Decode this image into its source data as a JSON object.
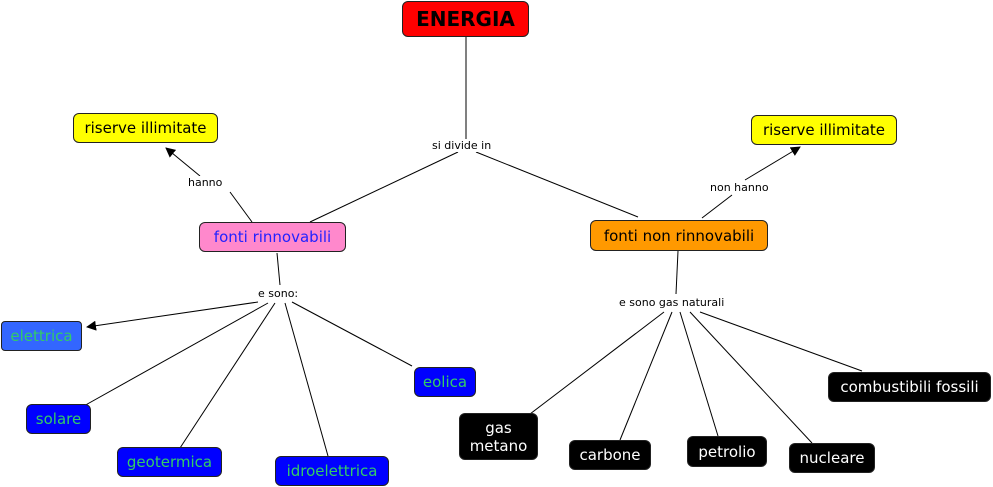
{
  "title": "ENERGIA",
  "links": {
    "divides": "si divide in",
    "has": "hanno",
    "has_not": "non hanno",
    "renewable_are": "e sono:",
    "nonrenewable_are": "e sono gas naturali"
  },
  "nodes": {
    "renewable": "fonti rinnovabili",
    "nonrenewable": "fonti non rinnovabili",
    "unlimited_left": "riserve illimitate",
    "unlimited_right": "riserve illimitate",
    "elettrica": "elettrica",
    "solare": "solare",
    "geotermica": "geotermica",
    "idroelettrica": "idroelettrica",
    "eolica": "eolica",
    "gas_metano": "gas\nmetano",
    "carbone": "carbone",
    "petrolio": "petrolio",
    "nucleare": "nucleare",
    "combustibili_fossili": "combustibili fossili"
  },
  "colors": {
    "root_bg": "#ff0000",
    "yellow_bg": "#ffff00",
    "pink_bg": "#ff88cc",
    "orange_bg": "#ff9900",
    "blue_bg": "#0000ff",
    "slate_bg": "#3366ff",
    "green_text": "#33cc66",
    "black_bg": "#000000"
  }
}
